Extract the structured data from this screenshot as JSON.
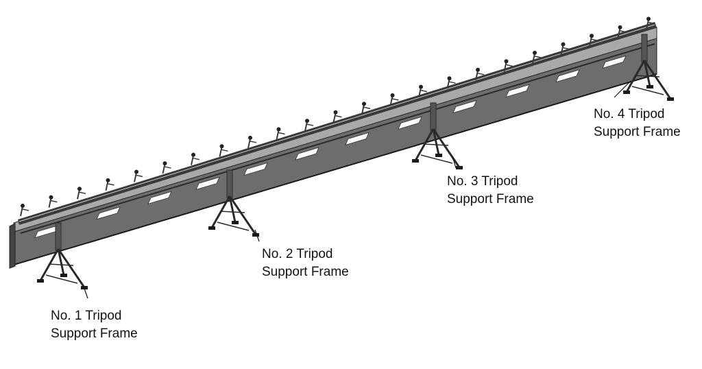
{
  "labels": [
    {
      "line1": "No. 1 Tripod",
      "line2": "Support Frame"
    },
    {
      "line1": "No. 2 Tripod",
      "line2": "Support Frame"
    },
    {
      "line1": "No. 3 Tripod",
      "line2": "Support Frame"
    },
    {
      "line1": "No. 4 Tripod",
      "line2": "Support Frame"
    }
  ],
  "colors": {
    "beam_front": "#6d6d6d",
    "beam_top": "#a6a6a6",
    "rail": "#3a3a3a",
    "rail_highlight": "#cfcfcf",
    "window": "#ffffff",
    "tripod": "#2a2a2a",
    "leader": "#111111",
    "text": "#111111"
  }
}
